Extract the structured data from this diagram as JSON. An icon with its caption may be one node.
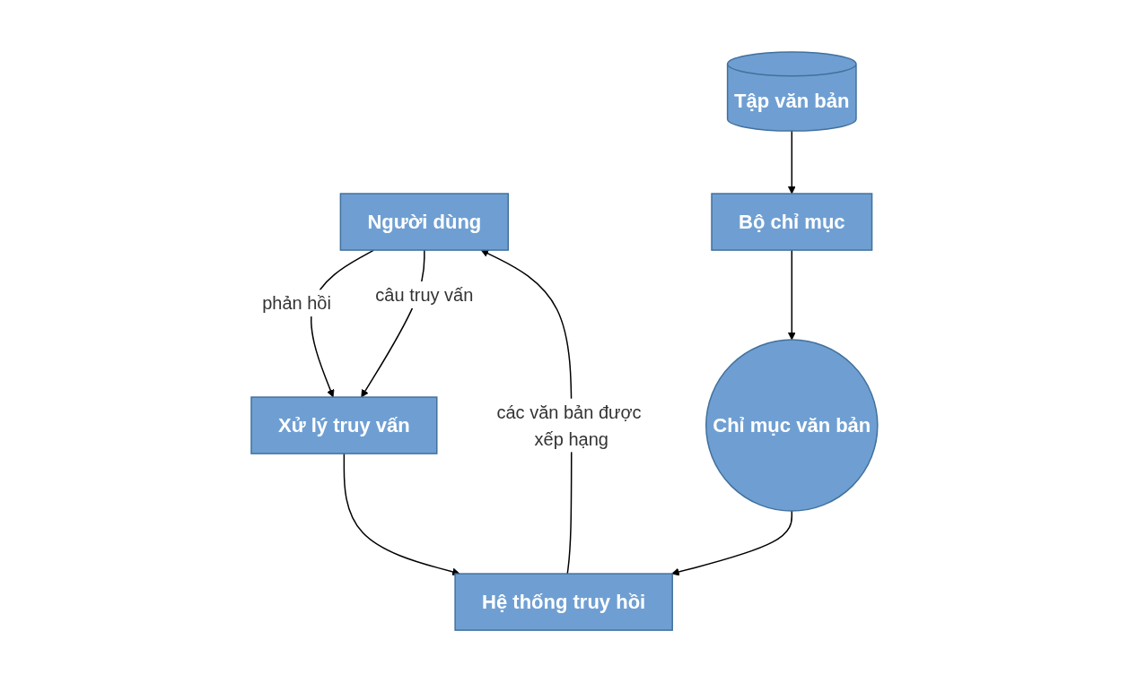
{
  "diagram": {
    "nodes": [
      {
        "text": [
          "Người dùng"
        ]
      },
      {
        "text": [
          "Xử lý truy vấn"
        ]
      },
      {
        "text": [
          "Hệ thống truy hồi"
        ]
      },
      {
        "text": [
          "Tập văn bản"
        ]
      },
      {
        "text": [
          "Bộ chỉ mục"
        ]
      },
      {
        "text": [
          "Chỉ mục văn bản"
        ]
      }
    ],
    "edges": [
      {
        "from": 2,
        "to": 0,
        "arrow": "to",
        "label": "các văn bản được xếp hạng"
      },
      {
        "from": 0,
        "to": 1,
        "arrow": "to",
        "label": "phản hồi"
      },
      {
        "from": 0,
        "to": 1,
        "arrow": "to",
        "label": "câu truy vấn"
      },
      {
        "from": 1,
        "to": 2,
        "arrow": "to"
      },
      {
        "from": 3,
        "to": 4,
        "arrow": "to"
      },
      {
        "from": 4,
        "to": 5,
        "arrow": "to"
      },
      {
        "from": 5,
        "to": 2,
        "arrow": "to"
      }
    ]
  }
}
